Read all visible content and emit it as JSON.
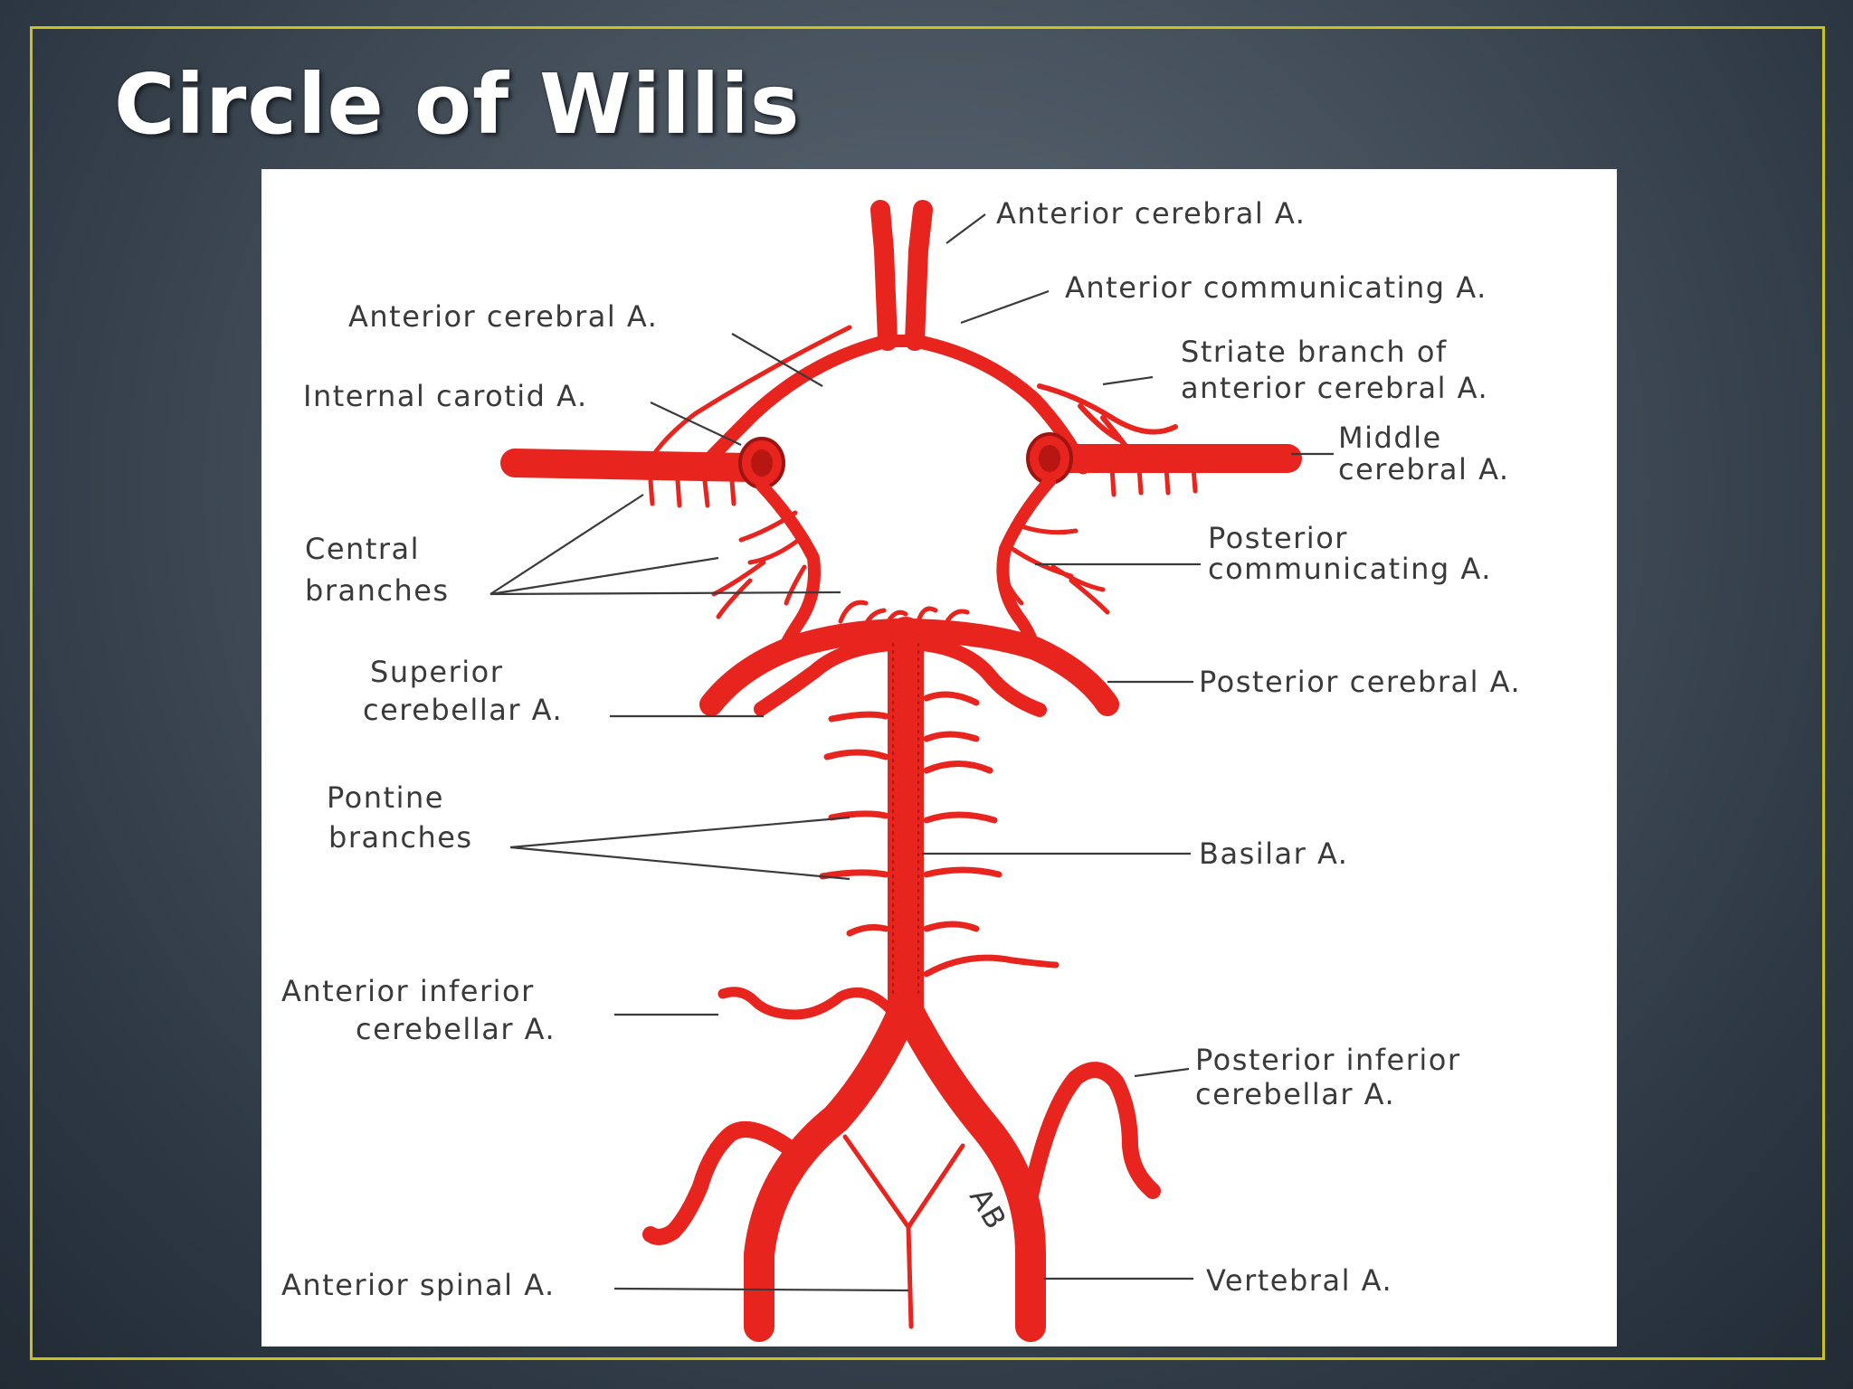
{
  "title": "Circle of Willis",
  "colors": {
    "artery": "#e8241e",
    "frame": "#c9c21e",
    "label_text": "#3a3a3a"
  },
  "labels": {
    "anterior_cerebral_right": "Anterior cerebral A.",
    "anterior_communicating": "Anterior communicating A.",
    "anterior_cerebral_left": "Anterior cerebral A.",
    "internal_carotid": "Internal carotid A.",
    "striate_line1": "Striate branch of",
    "striate_line2": "anterior cerebral A.",
    "middle_cerebral_line1": "Middle",
    "middle_cerebral_line2": "cerebral A.",
    "central_line1": "Central",
    "central_line2": "branches",
    "posterior_communicating_line1": "Posterior",
    "posterior_communicating_line2": "communicating A.",
    "superior_cerebellar_line1": "Superior",
    "superior_cerebellar_line2": "cerebellar A.",
    "posterior_cerebral": "Posterior cerebral A.",
    "pontine_line1": "Pontine",
    "pontine_line2": "branches",
    "basilar": "Basilar A.",
    "aica_line1": "Anterior inferior",
    "aica_line2": "cerebellar A.",
    "pica_line1": "Posterior inferior",
    "pica_line2": "cerebellar A.",
    "anterior_spinal": "Anterior spinal A.",
    "vertebral": "Vertebral A.",
    "artist_initials": "AB"
  }
}
